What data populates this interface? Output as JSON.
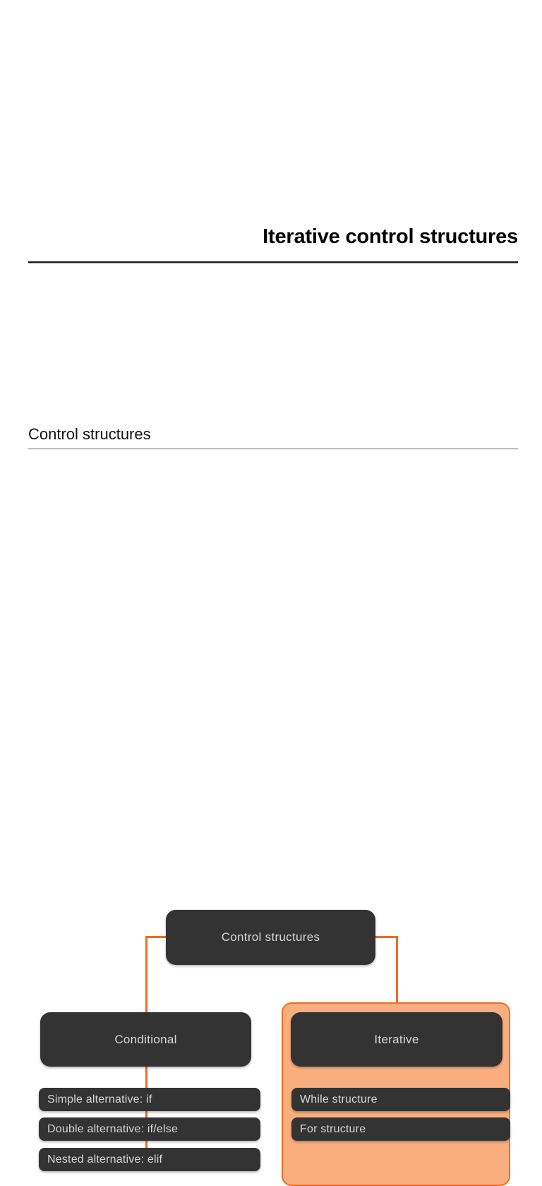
{
  "slide": {
    "title": "Iterative control structures",
    "section_heading": "Control structures"
  },
  "colors": {
    "accent_orange": "#F26B21",
    "highlight_fill": "#FBAE7D",
    "node_dark": "#333333",
    "node_text": "#D6D6D6",
    "page_background": "#FFFFFF"
  },
  "diagram": {
    "type": "tree",
    "root": {
      "label": "Control structures"
    },
    "branches": [
      {
        "label": "Conditional",
        "highlighted": false,
        "children": [
          {
            "label": "Simple alternative: if"
          },
          {
            "label": "Double alternative: if/else"
          },
          {
            "label": "Nested alternative: elif"
          }
        ]
      },
      {
        "label": "Iterative",
        "highlighted": true,
        "children": [
          {
            "label": "While structure"
          },
          {
            "label": "For structure"
          }
        ]
      }
    ]
  }
}
